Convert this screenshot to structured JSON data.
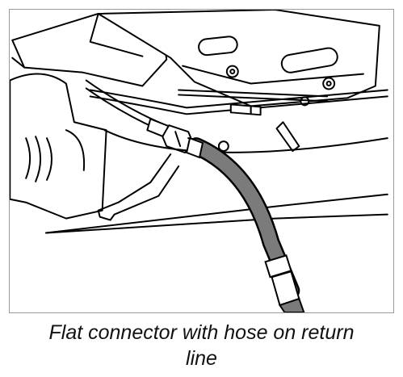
{
  "figure": {
    "caption": "Flat connector with hose on return line",
    "caption_line1": "Flat connector with hose on return",
    "caption_line2": "line",
    "colors": {
      "stroke": "#000000",
      "fill": "#ffffff",
      "hose": "#7b7b7b",
      "frame": "#9a9a9a"
    }
  }
}
